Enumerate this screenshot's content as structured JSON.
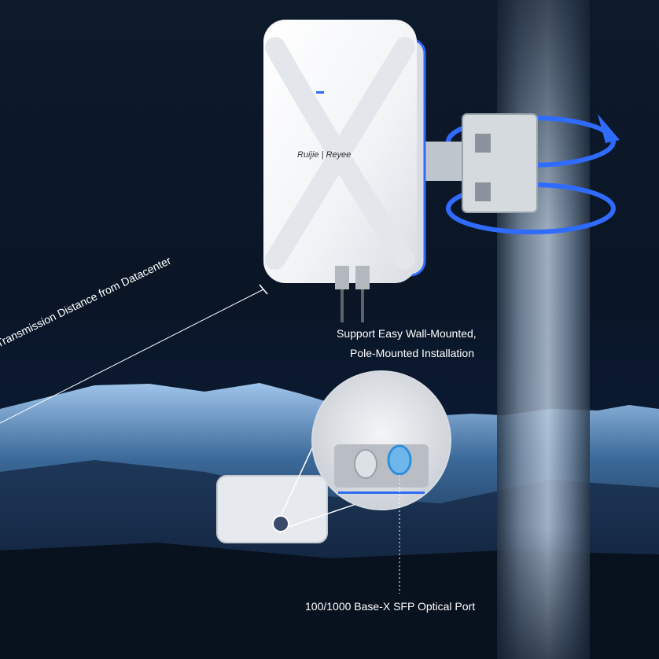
{
  "labels": {
    "mounting_line1": "Support Easy Wall-Mounted,",
    "mounting_line2": "Pole-Mounted Installation",
    "sfp_port": "100/1000 Base-X SFP Optical Port",
    "fiber_distance": "Fiber Transmission Distance from Datacenter"
  },
  "device": {
    "brand_logo": "Ruijie | Reyee"
  },
  "colors": {
    "accent_blue": "#2f6bff",
    "background": "#0b1626"
  }
}
